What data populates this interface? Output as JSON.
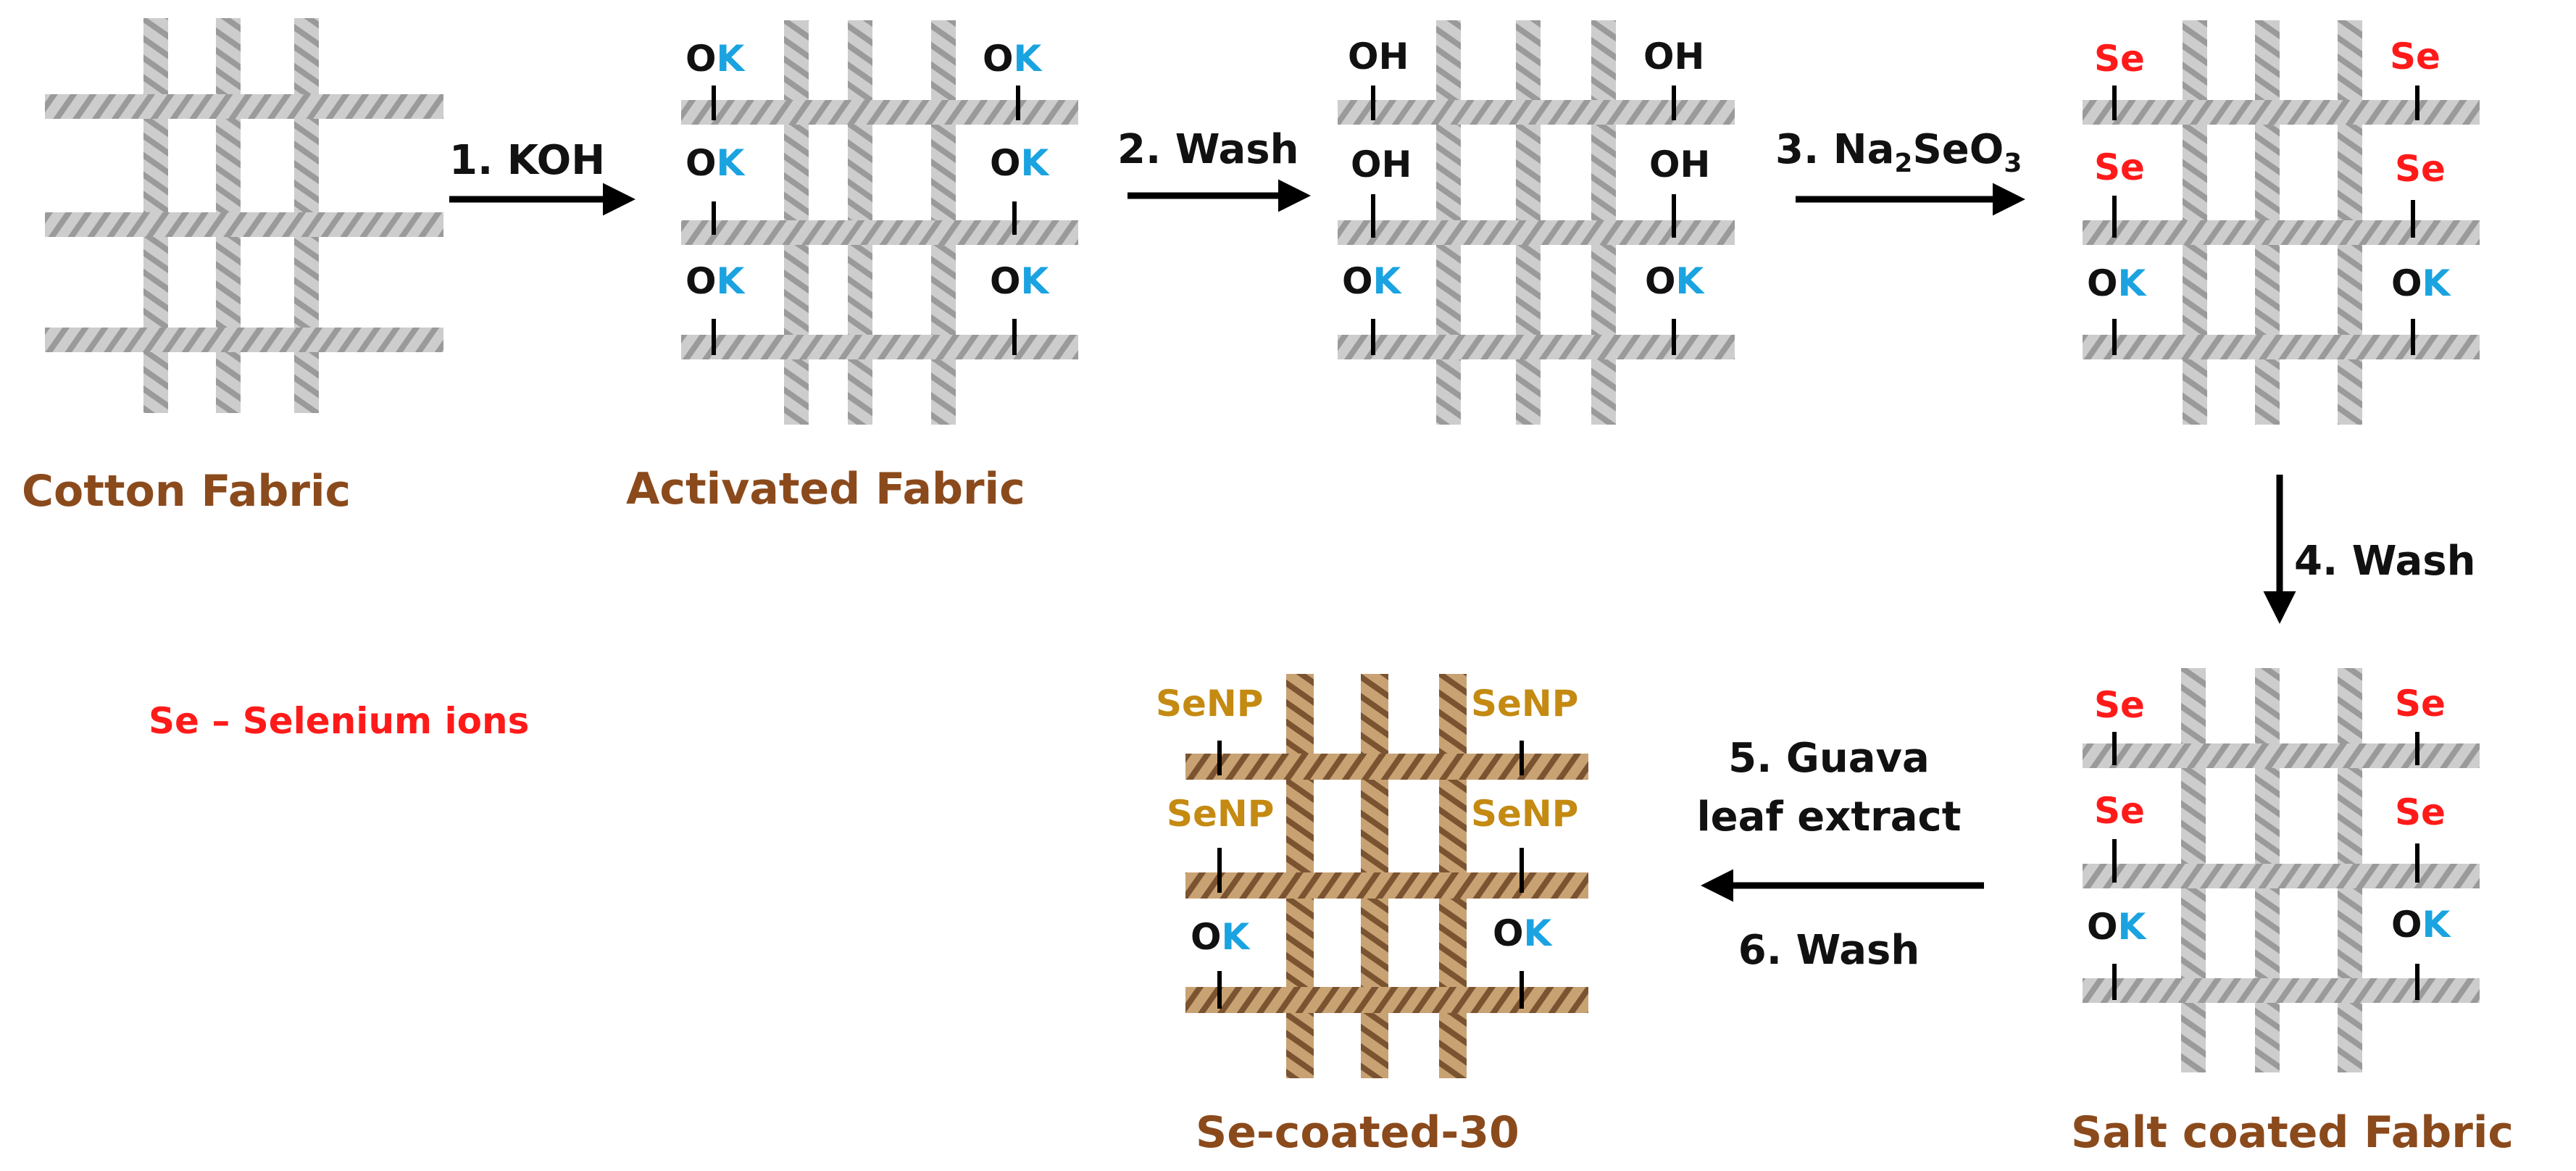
{
  "colors": {
    "fabric_gray": "#c4c4c4",
    "fabric_gray_stripe": "#8e8e8e",
    "fabric_brown": "#c49a6c",
    "fabric_brown_stripe": "#6b4a2b",
    "title_brown": "#8b4a1c",
    "oxygen_black": "#111111",
    "potassium_blue": "#1aa3e0",
    "selenium_red": "#ff1a1a",
    "senp_gold": "#c48a12",
    "arrow": "#000000"
  },
  "labels": {
    "cotton": "Cotton Fabric",
    "activated": "Activated Fabric",
    "salt_coated": "Salt coated Fabric",
    "se_coated": "Se-coated-30"
  },
  "steps": {
    "s1": "1. KOH",
    "s2": "2. Wash",
    "s3_prefix": "3. Na",
    "s3_sub1": "2",
    "s3_mid": "SeO",
    "s3_sub2": "3",
    "s4": "4. Wash",
    "s5_line1": "5. Guava",
    "s5_line2": "leaf extract",
    "s6": "6. Wash"
  },
  "legend": "Se – Selenium ions",
  "groups": {
    "o": "O",
    "k": "K",
    "oh": "OH",
    "se": "Se",
    "senp": "SeNP"
  }
}
